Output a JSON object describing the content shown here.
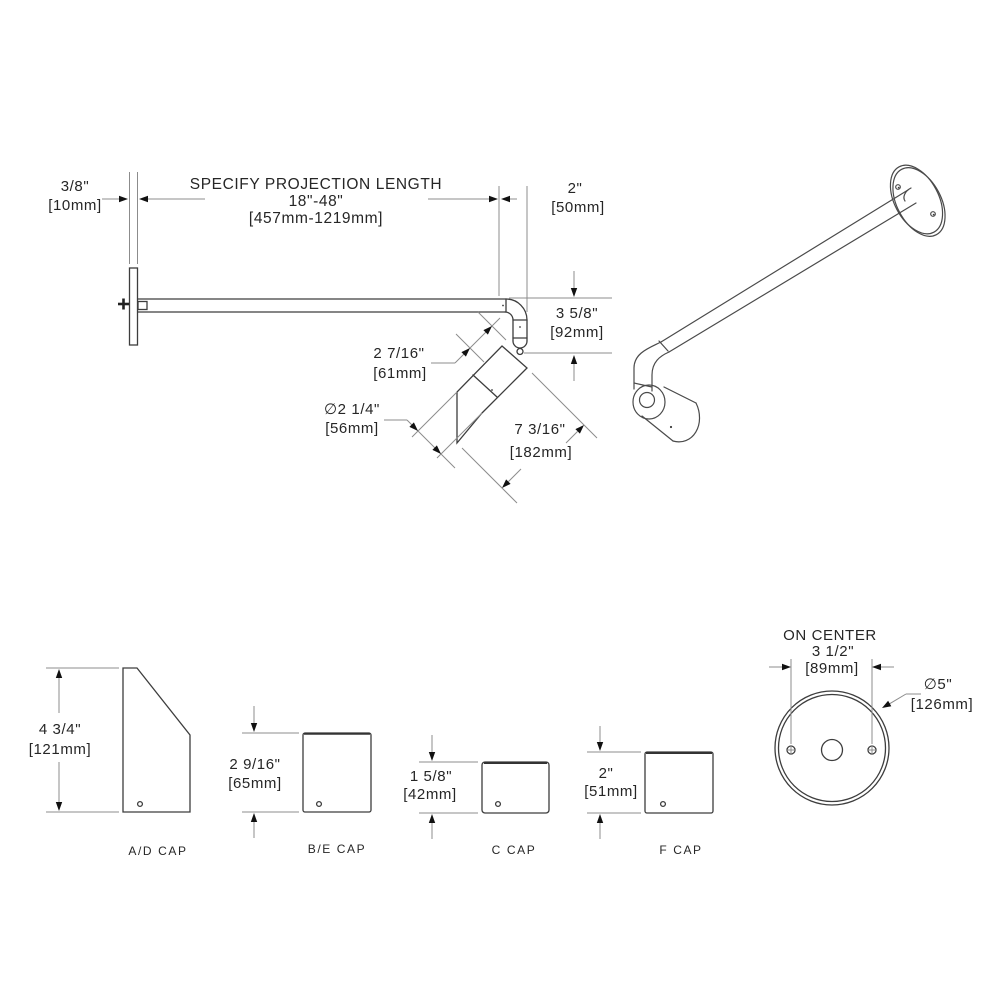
{
  "side_view": {
    "projection_label": "SPECIFY PROJECTION LENGTH",
    "projection_range": "18\"-48\"",
    "projection_range_mm": "[457mm-1219mm]",
    "plate_thickness": "3/8\"",
    "plate_thickness_mm": "[10mm]",
    "elbow_width": "2\"",
    "elbow_width_mm": "[50mm]",
    "drop": "3 5/8\"",
    "drop_mm": "[92mm]",
    "neck": "2 7/16\"",
    "neck_mm": "[61mm]",
    "shade_diameter": "∅2 1/4\"",
    "shade_diameter_mm": "[56mm]",
    "shade_length": "7 3/16\"",
    "shade_length_mm": "[182mm]"
  },
  "caps": {
    "ad": {
      "value": "4 3/4\"",
      "mm": "[121mm]",
      "label": "A/D CAP"
    },
    "be": {
      "value": "2 9/16\"",
      "mm": "[65mm]",
      "label": "B/E CAP"
    },
    "c": {
      "value": "1 5/8\"",
      "mm": "[42mm]",
      "label": "C CAP"
    },
    "f": {
      "value": "2\"",
      "mm": "[51mm]",
      "label": "F CAP"
    }
  },
  "backplate": {
    "on_center_label": "ON CENTER",
    "on_center": "3 1/2\"",
    "on_center_mm": "[89mm]",
    "diameter": "∅5\"",
    "diameter_mm": "[126mm]"
  },
  "colors": {
    "object_line": "#3d3d3d",
    "dimension_line": "#8c8c8c",
    "text": "#262626",
    "background": "#ffffff"
  }
}
